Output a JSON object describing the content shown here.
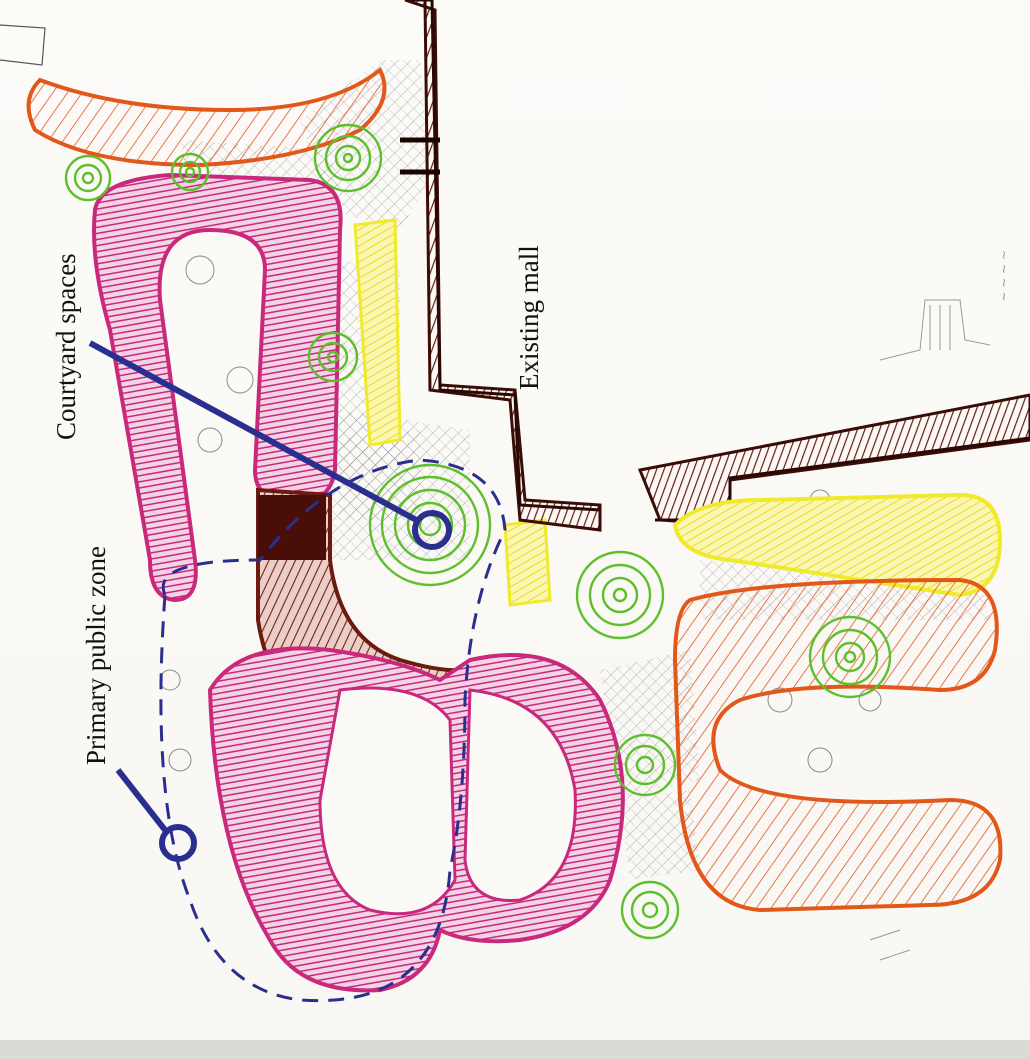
{
  "labels": {
    "courtyard": "Courtyard spaces",
    "public_zone": "Primary public zone",
    "mall": "Existing mall"
  },
  "colors": {
    "magenta": "#c8297d",
    "brown": "#6b1a10",
    "orange": "#e2581a",
    "yellow": "#f1ea2a",
    "green": "#5dbf2a",
    "leader": "#2a2f8f",
    "pencil": "#8a8a8a"
  }
}
